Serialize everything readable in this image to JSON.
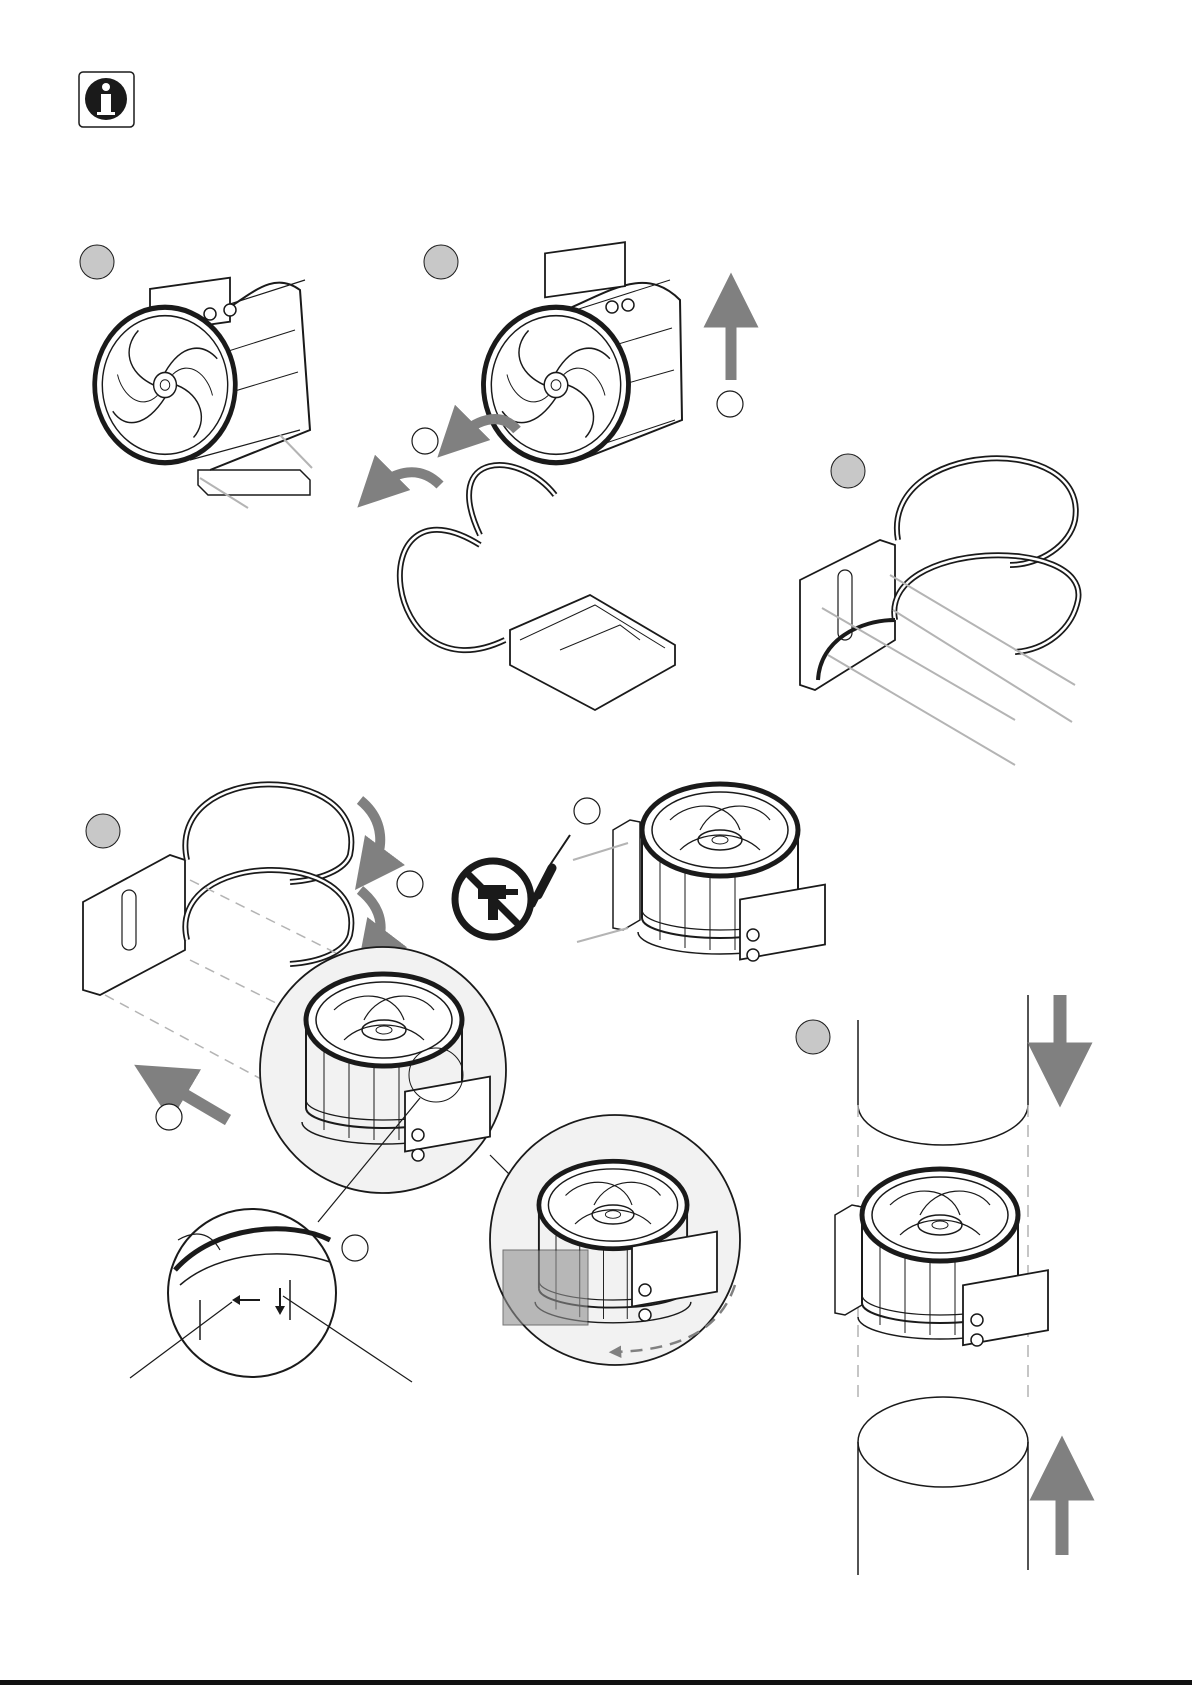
{
  "page": {
    "info_badge": {
      "icon": "info-icon"
    },
    "diagrams": [
      {
        "id": "step-1",
        "illustration": "duct-fan-on-mounting-bracket"
      },
      {
        "id": "step-2",
        "illustration": "fan-lifted-off-bracket-clamps-opened"
      },
      {
        "id": "step-3",
        "illustration": "wall-bracket-with-clamp-rings"
      },
      {
        "id": "step-4",
        "illustration": "clamps-closing-around-fan-with-airflow-label-detail"
      },
      {
        "id": "step-5",
        "illustration": "fan-fastened-to-wall-bracket"
      },
      {
        "id": "step-6",
        "illustration": "fan-inserted-between-duct-sections"
      }
    ],
    "prohibition": {
      "icon": "no-power-drill-icon",
      "tool": "screwdriver-icon"
    },
    "colors": {
      "line": "#1a1a1a",
      "arrow": "#808080",
      "marker": "#c8c8c8",
      "leader": "#b4b4b4"
    }
  }
}
